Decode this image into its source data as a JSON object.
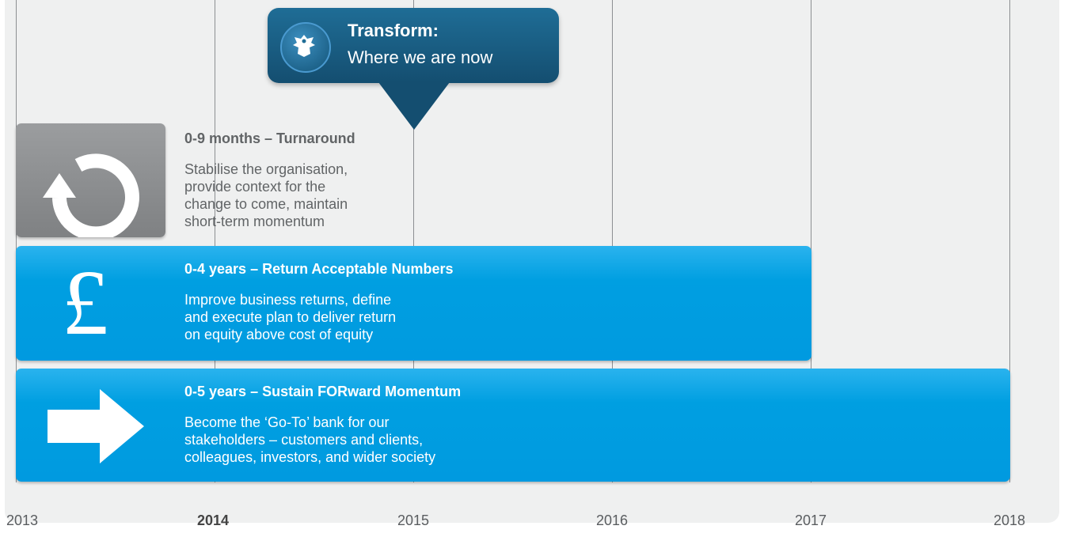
{
  "callout": {
    "title": "Transform:",
    "subtitle": "Where we are now"
  },
  "phases": [
    {
      "heading": "0-9 months – Turnaround",
      "body": "Stabilise the organisation,\nprovide context for the\nchange to come, maintain\nshort-term momentum",
      "icon": "refresh-arrow-icon",
      "color": "#8a8c8e"
    },
    {
      "heading": "0-4 years – Return Acceptable Numbers",
      "body": "Improve business returns, define\nand execute plan to deliver return\non equity above cost of equity",
      "icon": "pound-icon",
      "color": "#00a0e2"
    },
    {
      "heading": "0-5 years – Sustain FORward Momentum",
      "body": "Become the ‘Go-To’ bank for our\nstakeholders – customers and clients,\ncolleagues, investors, and wider society",
      "icon": "right-arrow-icon",
      "color": "#00a0e2"
    }
  ],
  "pound_symbol": "£",
  "years": [
    "2013",
    "2014",
    "2015",
    "2016",
    "2017",
    "2018"
  ],
  "bold_year": "2014",
  "colors": {
    "callout": "#1a5f85",
    "panel": "#eff0f0",
    "grey_box": "#8a8c8e",
    "cyan": "#00a0e2"
  }
}
